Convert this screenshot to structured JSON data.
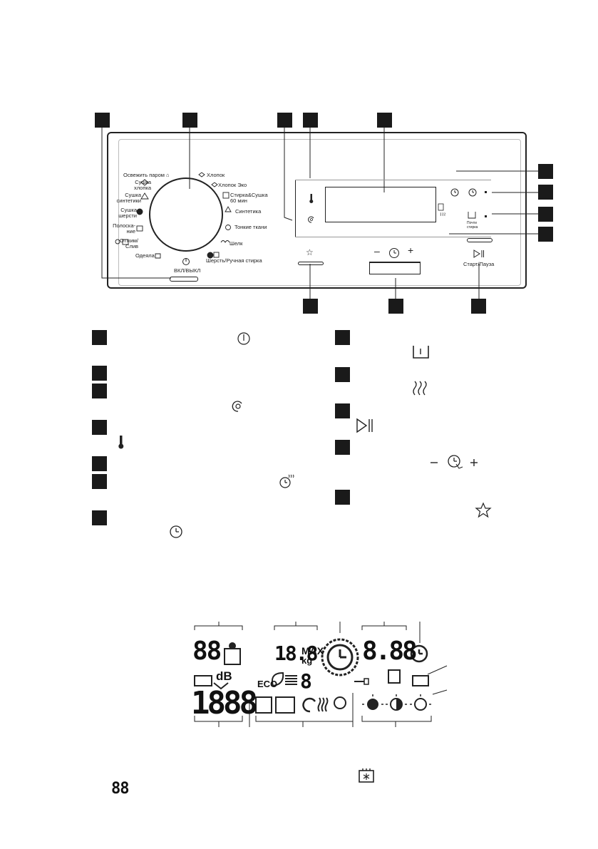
{
  "panel": {
    "programs_left": [
      {
        "label": "Освежить паром"
      },
      {
        "label": "Сушка\nхлопка"
      },
      {
        "label": "Сушка\nсинтетики"
      },
      {
        "label": "Сушка\nшерсти"
      },
      {
        "label": "Полоска-\nние"
      },
      {
        "label": "Отжим/\nСлив"
      },
      {
        "label": "Одеяла"
      }
    ],
    "programs_right": [
      {
        "label": "Хлопок"
      },
      {
        "label": "Хлопок Эко"
      },
      {
        "label": "Стирка&Сушка\n60 мин"
      },
      {
        "label": "Синтетика"
      },
      {
        "label": "Тонкие ткани"
      },
      {
        "label": "Шелк"
      },
      {
        "label": "Шерсть/Ручная стирка"
      }
    ],
    "power_label": "ВКЛ/ВЫКЛ",
    "start_pause_label": "Старт/Пауза",
    "prewash_label": "Почти\nстирка",
    "time_minus": "–",
    "time_plus": "+"
  },
  "display": {
    "digits_left": "88",
    "weight_digits": "18.8",
    "weight_max": "MAX",
    "weight_unit": "kg",
    "time_digits": "8.88",
    "db_label": "dB",
    "eco_label": "ECO",
    "eco_digit": "8",
    "big_digits": "1888"
  },
  "footnote": {
    "digits": "88"
  },
  "colors": {
    "ink": "#1a1a1a",
    "background": "#ffffff"
  }
}
